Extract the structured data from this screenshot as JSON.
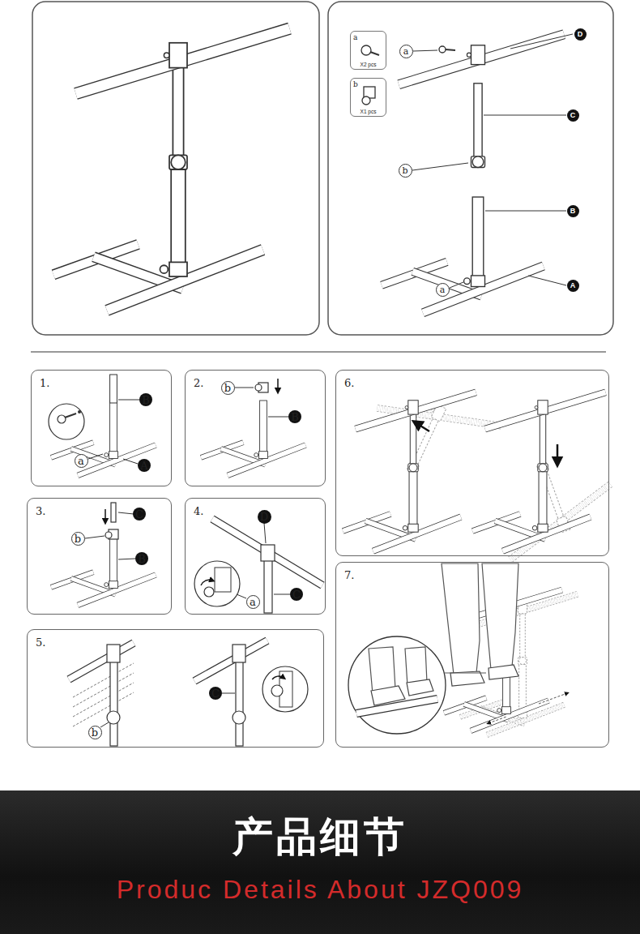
{
  "diagram": {
    "title": "产品细节",
    "caption": "Produc Details About JZQ009",
    "nodes": [
      {
        "text": [
          "a",
          "X2 pcs"
        ]
      },
      {
        "text": [
          "b",
          "X1 pcs"
        ]
      },
      {
        "text": [
          "a"
        ]
      },
      {
        "text": [
          "D"
        ]
      },
      {
        "text": [
          "C"
        ]
      },
      {
        "text": [
          "b"
        ]
      },
      {
        "text": [
          "B"
        ]
      },
      {
        "text": [
          "a"
        ]
      },
      {
        "text": [
          "A"
        ]
      },
      {
        "text": [
          "1."
        ]
      },
      {
        "text": [
          "B"
        ],
        "in": 9
      },
      {
        "text": [
          "a"
        ],
        "in": 9
      },
      {
        "text": [
          "A"
        ],
        "in": 9
      },
      {
        "text": [
          "2."
        ]
      },
      {
        "text": [
          "b"
        ],
        "in": 13
      },
      {
        "text": [
          "B"
        ],
        "in": 13
      },
      {
        "text": [
          "3."
        ]
      },
      {
        "text": [
          "C"
        ],
        "in": 16
      },
      {
        "text": [
          "b"
        ],
        "in": 16
      },
      {
        "text": [
          "B"
        ],
        "in": 16
      },
      {
        "text": [
          "4."
        ]
      },
      {
        "text": [
          "D"
        ],
        "in": 20
      },
      {
        "text": [
          "a"
        ],
        "in": 20
      },
      {
        "text": [
          "C"
        ],
        "in": 20
      },
      {
        "text": [
          "5."
        ]
      },
      {
        "text": [
          "b"
        ],
        "in": 24
      },
      {
        "text": [
          "C"
        ],
        "in": 24
      },
      {
        "text": [
          "6."
        ]
      },
      {
        "text": [
          "7."
        ]
      }
    ]
  }
}
